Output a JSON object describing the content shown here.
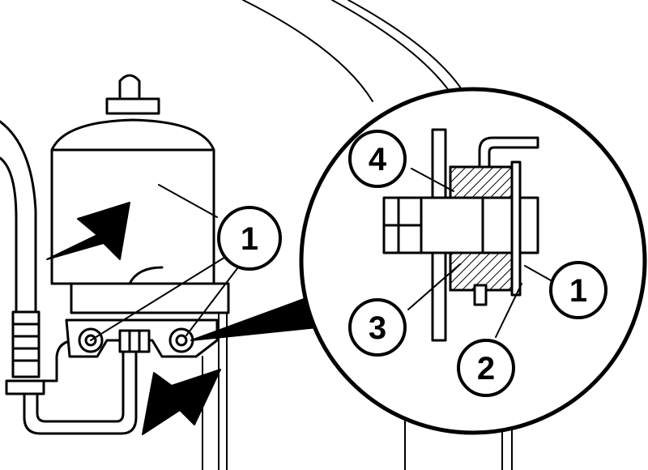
{
  "callouts": {
    "main_1": "1",
    "detail_1": "1",
    "detail_2": "2",
    "detail_3": "3",
    "detail_4": "4"
  },
  "icons": [
    "large-arrow-icon",
    "large-arrow-icon"
  ],
  "colors": {
    "line": "#000000",
    "background": "#ffffff"
  }
}
